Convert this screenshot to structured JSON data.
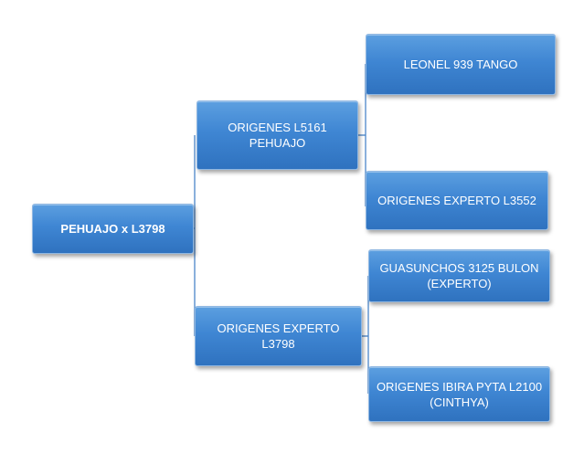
{
  "pedigree": {
    "root": {
      "label": "PEHUAJO x L3798"
    },
    "sire": {
      "lines": [
        "ORIGENES L5161",
        "PEHUAJO"
      ]
    },
    "dam": {
      "lines": [
        "ORIGENES EXPERTO L3798"
      ]
    },
    "sire_sire": {
      "lines": [
        "LEONEL 939 TANGO"
      ]
    },
    "sire_dam": {
      "lines": [
        "ORIGENES EXPERTO L3552"
      ]
    },
    "dam_sire": {
      "lines": [
        "GUASUNCHOS 3125 BULON",
        "(EXPERTO)"
      ]
    },
    "dam_dam": {
      "lines": [
        "ORIGENES IBIRA PYTA L2100",
        "(CINTHYA)"
      ]
    }
  },
  "colors": {
    "box_fill": "#3f86d3",
    "box_border": "#8fb7e2",
    "connector": "#3d7cc4",
    "text": "#ffffff",
    "background": "#ffffff"
  }
}
